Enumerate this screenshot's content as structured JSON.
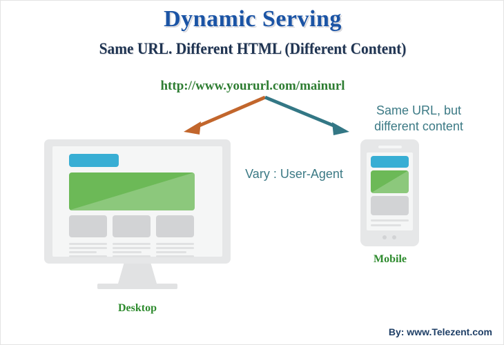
{
  "colors": {
    "title_blue": "#1b54a5",
    "subtitle_navy": "#1f3452",
    "url_green": "#2e7d32",
    "label_green": "#2e8b2e",
    "teal": "#3c7a85",
    "arrow_orange": "#c2662c",
    "arrow_teal": "#337785",
    "device_gray": "#e6e7e8",
    "screen_white": "#f5f6f6",
    "hero_green": "#6cb957",
    "bar_blue": "#38aed4",
    "card_gray": "#d2d3d5",
    "footer_navy": "#1f3f66"
  },
  "header": {
    "title": "Dynamic Serving",
    "subtitle": "Same URL. Different HTML (Different Content)"
  },
  "url": {
    "text": "http://www.yoururl.com/mainurl"
  },
  "annotations": {
    "same_url_line1": "Same URL, but",
    "same_url_line2": "different content",
    "vary_header": "Vary : User-Agent"
  },
  "devices": {
    "desktop": {
      "label": "Desktop",
      "icon": "desktop-monitor-icon",
      "screen": {
        "nav_bar": "blue-nav-bar",
        "hero_banner": "green-hero-banner",
        "cards": [
          "card-1",
          "card-2",
          "card-3"
        ],
        "text_line_count": 4
      }
    },
    "mobile": {
      "label": "Mobile",
      "icon": "mobile-phone-icon",
      "screen": {
        "nav_bar": "blue-nav-bar",
        "hero_banner": "green-hero-banner",
        "cards": [
          "card-1"
        ],
        "text_line_count": 2
      }
    }
  },
  "arrows": {
    "left": {
      "name": "arrow-to-desktop",
      "color": "#c2662c"
    },
    "right": {
      "name": "arrow-to-mobile",
      "color": "#337785"
    }
  },
  "footer": {
    "credit": "By: www.Telezent.com"
  }
}
